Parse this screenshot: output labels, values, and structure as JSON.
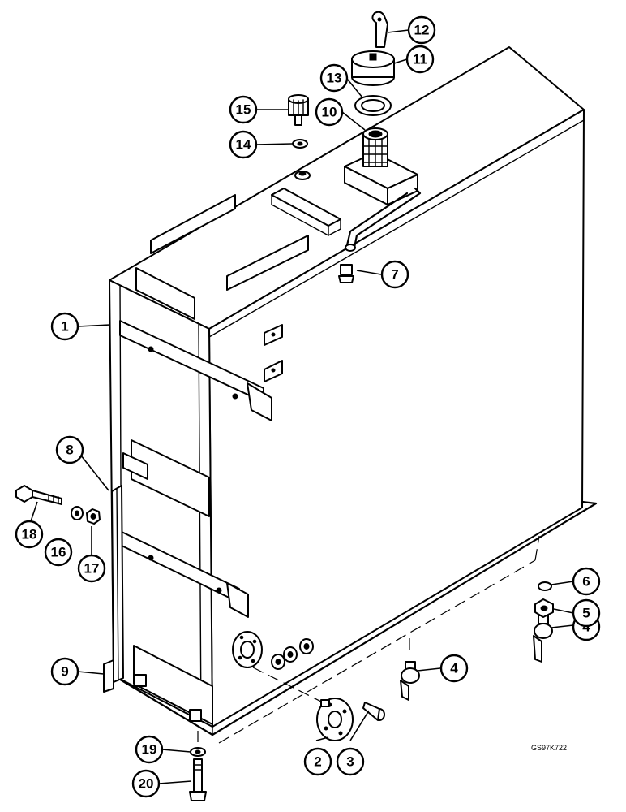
{
  "drawing_code": "GS97K722",
  "callouts": [
    {
      "id": "c1",
      "label": "1"
    },
    {
      "id": "c2",
      "label": "2"
    },
    {
      "id": "c3",
      "label": "3"
    },
    {
      "id": "c4a",
      "label": "4"
    },
    {
      "id": "c4b",
      "label": "4"
    },
    {
      "id": "c5",
      "label": "5"
    },
    {
      "id": "c6",
      "label": "6"
    },
    {
      "id": "c7",
      "label": "7"
    },
    {
      "id": "c8",
      "label": "8"
    },
    {
      "id": "c9",
      "label": "9"
    },
    {
      "id": "c10",
      "label": "10"
    },
    {
      "id": "c11",
      "label": "11"
    },
    {
      "id": "c12",
      "label": "12"
    },
    {
      "id": "c13",
      "label": "13"
    },
    {
      "id": "c14",
      "label": "14"
    },
    {
      "id": "c15",
      "label": "15"
    },
    {
      "id": "c16",
      "label": "16"
    },
    {
      "id": "c17",
      "label": "17"
    },
    {
      "id": "c18",
      "label": "18"
    },
    {
      "id": "c19",
      "label": "19"
    },
    {
      "id": "c20",
      "label": "20"
    }
  ]
}
